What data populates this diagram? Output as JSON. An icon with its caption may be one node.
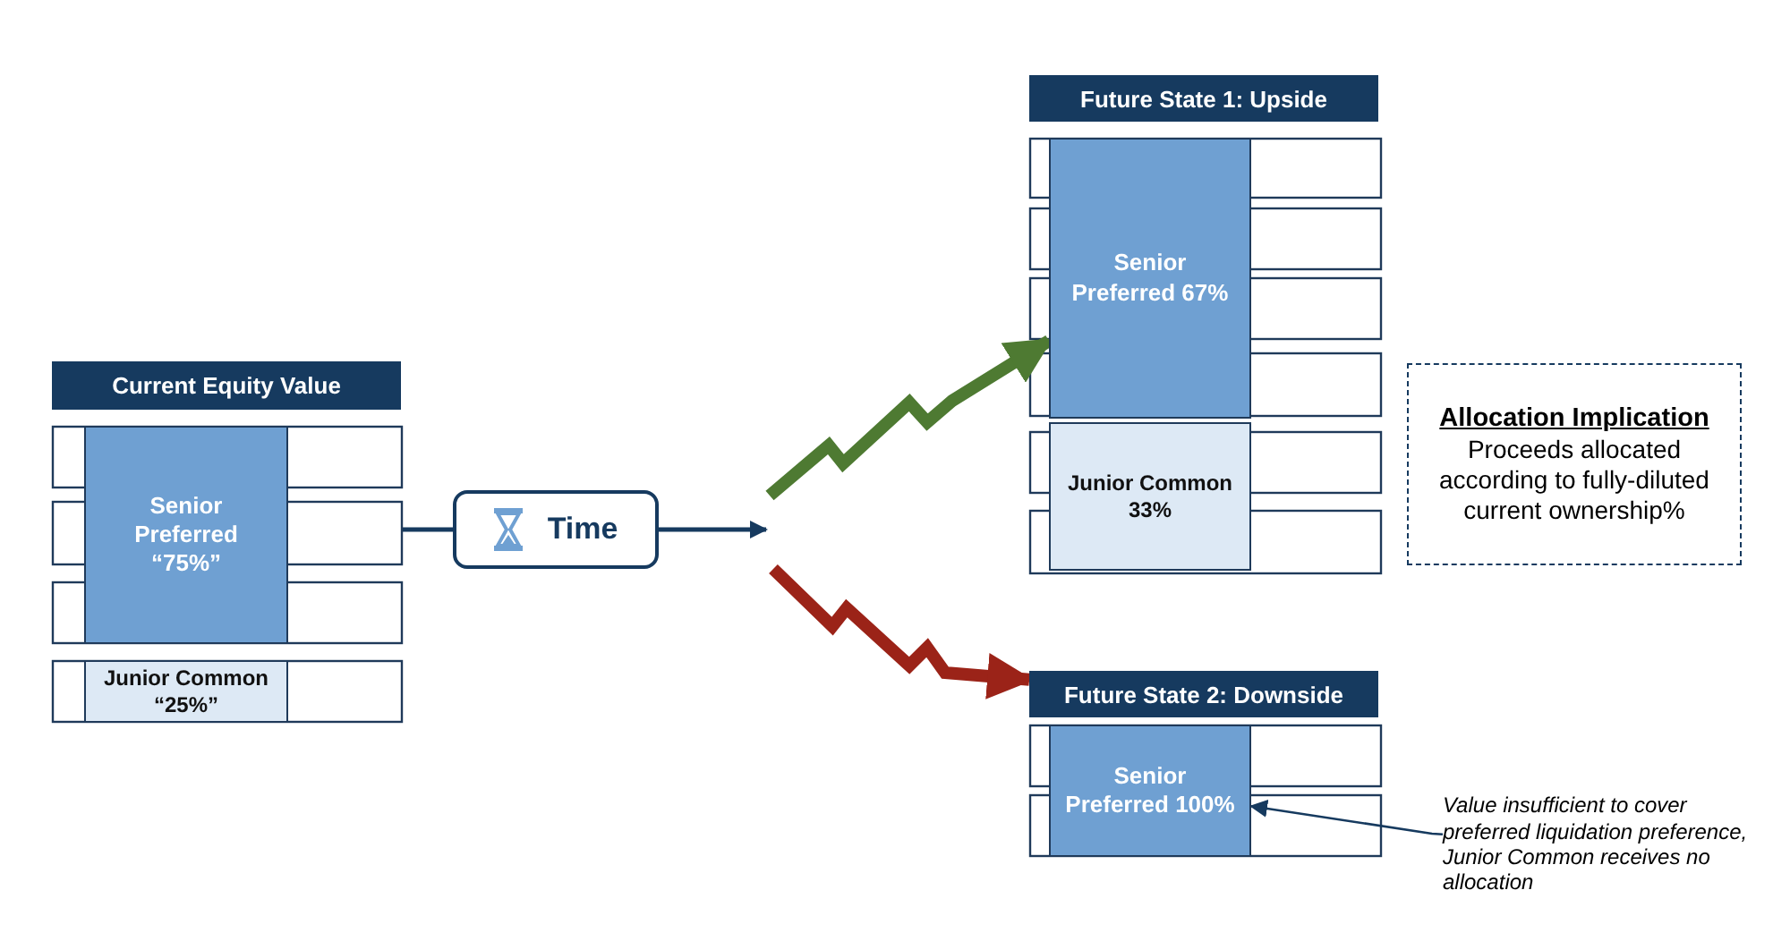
{
  "diagram": {
    "nodes": [
      {
        "text": [
          "Current Equity Value"
        ]
      },
      {
        "text": [
          "Senior Preferred “75%”"
        ]
      },
      {
        "text": [
          "Junior Common “25%”"
        ]
      },
      {
        "text": [
          "Time"
        ]
      },
      {
        "text": [
          "Future State 1: Upside"
        ]
      },
      {
        "text": [
          "Senior Preferred 67%"
        ]
      },
      {
        "text": [
          "Junior Common 33%"
        ]
      },
      {
        "text": [
          "Allocation Implication",
          "Proceeds allocated according to fully-diluted current ownership%"
        ]
      },
      {
        "text": [
          "Future State 2: Downside"
        ]
      },
      {
        "text": [
          "Senior Preferred 100%"
        ]
      },
      {
        "text": [
          "Value insufficient to cover preferred liquidation preference, Junior Common receives no allocation"
        ]
      }
    ],
    "edges": [
      {
        "from": 1,
        "to": 3,
        "arrow": "none"
      },
      {
        "from": 3,
        "to": null,
        "arrow": "to"
      },
      {
        "from": null,
        "to": 5,
        "arrow": "to",
        "style": "thick",
        "color": "#4e7a32"
      },
      {
        "from": null,
        "to": 8,
        "arrow": "to",
        "style": "thick",
        "color": "#9b2318"
      },
      {
        "from": 10,
        "to": 9,
        "arrow": "to"
      }
    ]
  }
}
